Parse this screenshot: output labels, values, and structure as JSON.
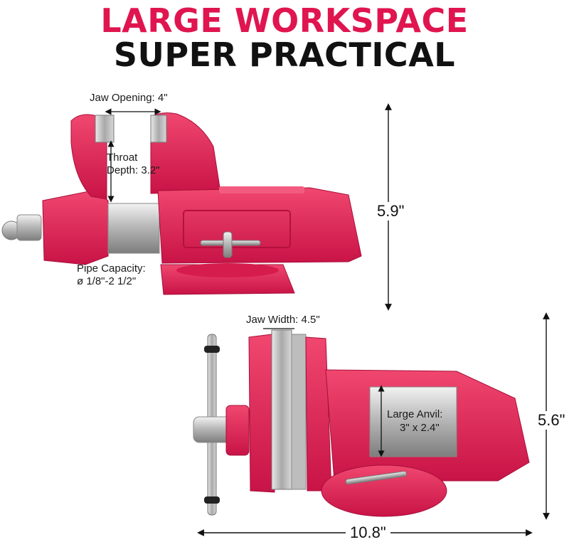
{
  "headline": {
    "line1": "LARGE WORKSPACE",
    "line2": "SUPER PRACTICAL",
    "line1_color": "#e0154f",
    "line2_color": "#111111"
  },
  "product_color": "#e8295b",
  "side_view": {
    "jaw_opening": "Jaw Opening:  4\"",
    "throat_line1": "Throat",
    "throat_line2": "Depth: 3.2\"",
    "pipe_line1": "Pipe Capacity:",
    "pipe_line2": "ø 1/8\"-2 1/2\"",
    "height": "5.9\""
  },
  "top_view": {
    "jaw_width": "Jaw Width: 4.5\"",
    "anvil_line1": "Large Anvil:",
    "anvil_line2": "3\" x 2.4\"",
    "height": "5.6\"",
    "length": "10.8\""
  }
}
